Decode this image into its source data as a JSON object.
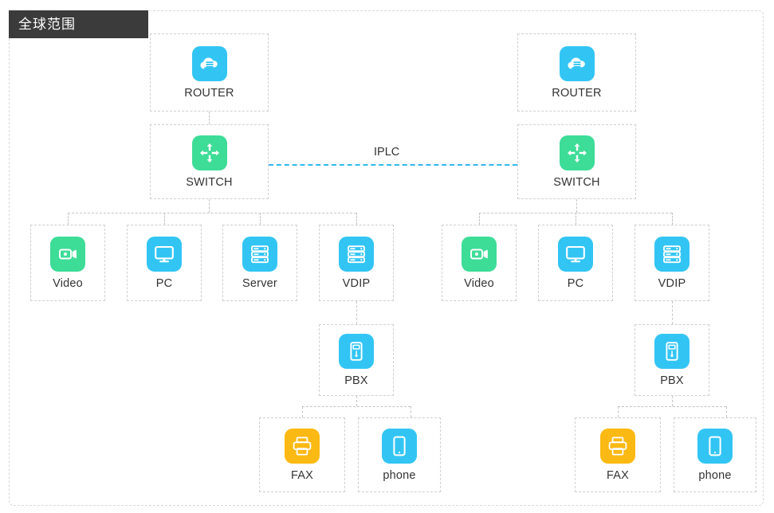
{
  "region": {
    "title": "全球范围"
  },
  "link": {
    "label": "IPLC",
    "color": "#35b6ef",
    "style": "dashed"
  },
  "palette": {
    "icon_blue": "#32c5f4",
    "icon_green": "#3ddc97",
    "icon_amber": "#fbb914",
    "box_border": "#cfcfcf",
    "connector": "#c4c4c4",
    "title_bg": "#3b3b3b",
    "title_text": "#ffffff",
    "caption_text": "#333333"
  },
  "nodes": {
    "left": {
      "router": {
        "label": "ROUTER",
        "icon": "cloud-router-icon",
        "color": "#32c5f4"
      },
      "switch": {
        "label": "SWITCH",
        "icon": "switch-arrows-icon",
        "color": "#3ddc97"
      },
      "video": {
        "label": "Video",
        "icon": "video-camera-icon",
        "color": "#3ddc97"
      },
      "pc": {
        "label": "PC",
        "icon": "desktop-monitor-icon",
        "color": "#32c5f4"
      },
      "server": {
        "label": "Server",
        "icon": "server-rack-icon",
        "color": "#32c5f4"
      },
      "vdip": {
        "label": "VDIP",
        "icon": "server-rack-icon",
        "color": "#32c5f4"
      },
      "pbx": {
        "label": "PBX",
        "icon": "pbx-cabinet-icon",
        "color": "#32c5f4"
      },
      "fax": {
        "label": "FAX",
        "icon": "printer-fax-icon",
        "color": "#fbb914"
      },
      "phone": {
        "label": "phone",
        "icon": "mobile-phone-icon",
        "color": "#32c5f4"
      }
    },
    "right": {
      "router": {
        "label": "ROUTER",
        "icon": "cloud-router-icon",
        "color": "#32c5f4"
      },
      "switch": {
        "label": "SWITCH",
        "icon": "switch-arrows-icon",
        "color": "#3ddc97"
      },
      "video": {
        "label": "Video",
        "icon": "video-camera-icon",
        "color": "#3ddc97"
      },
      "pc": {
        "label": "PC",
        "icon": "desktop-monitor-icon",
        "color": "#32c5f4"
      },
      "vdip": {
        "label": "VDIP",
        "icon": "server-rack-icon",
        "color": "#32c5f4"
      },
      "pbx": {
        "label": "PBX",
        "icon": "pbx-cabinet-icon",
        "color": "#32c5f4"
      },
      "fax": {
        "label": "FAX",
        "icon": "printer-fax-icon",
        "color": "#fbb914"
      },
      "phone": {
        "label": "phone",
        "icon": "mobile-phone-icon",
        "color": "#32c5f4"
      }
    }
  }
}
